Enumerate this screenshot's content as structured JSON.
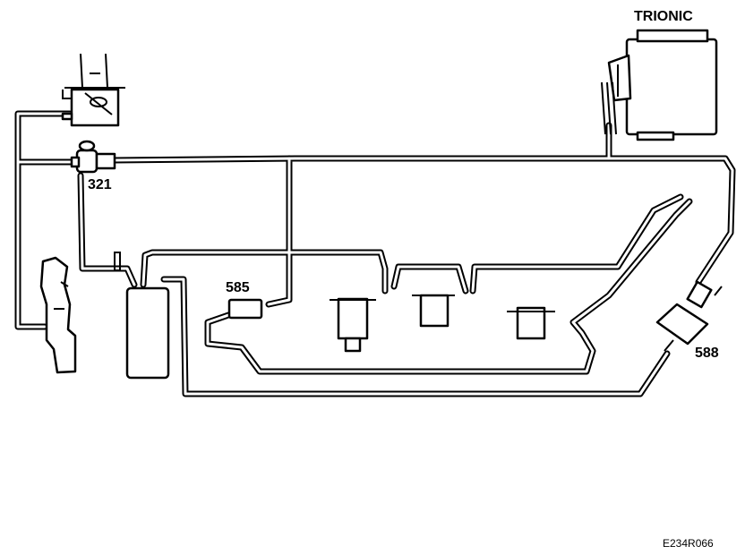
{
  "labels": {
    "ecu": "TRIONIC",
    "valve_321": "321",
    "component_585": "585",
    "component_588": "588"
  },
  "figure_code": "E234R066",
  "colors": {
    "line": "#000000",
    "background": "#ffffff"
  }
}
